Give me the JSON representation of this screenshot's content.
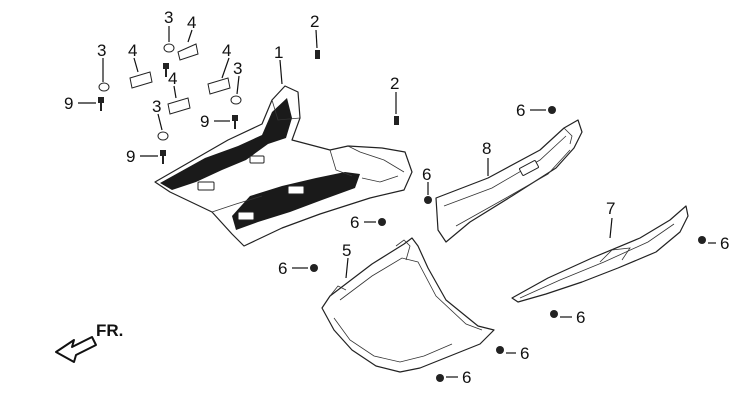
{
  "diagram": {
    "direction_label": "FR.",
    "callouts": {
      "c1": "1",
      "c2a": "2",
      "c2b": "2",
      "c3a": "3",
      "c3b": "3",
      "c3c": "3",
      "c3d": "3",
      "c4a": "4",
      "c4b": "4",
      "c4c": "4",
      "c4d": "4",
      "c5": "5",
      "c6a": "6",
      "c6b": "6",
      "c6c": "6",
      "c6d": "6",
      "c6e": "6",
      "c6f": "6",
      "c6g": "6",
      "c6h": "6",
      "c7": "7",
      "c8": "8",
      "c9a": "9",
      "c9b": "9",
      "c9c": "9"
    }
  }
}
